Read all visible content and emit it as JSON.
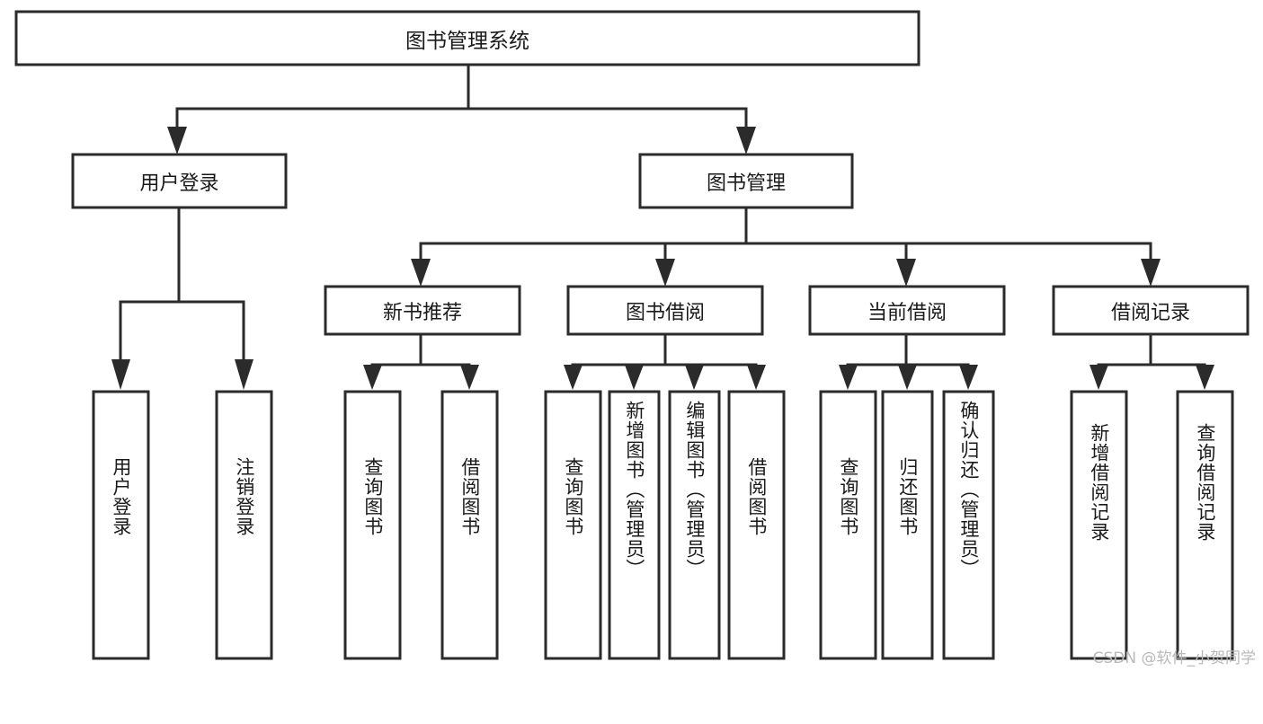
{
  "diagram": {
    "type": "tree",
    "orientation": "top-down",
    "title": "图书管理系统",
    "watermark": "CSDN @软件_小贺同学",
    "colors": {
      "box_stroke": "#2b2b2b",
      "box_fill": "#ffffff",
      "text": "#1a1a1a",
      "background": "#ffffff",
      "watermark": "#b9b9b9"
    },
    "levels": {
      "root": "图书管理系统",
      "level2": [
        "用户登录",
        "图书管理"
      ],
      "level3": [
        "新书推荐",
        "图书借阅",
        "当前借阅",
        "借阅记录"
      ]
    },
    "nodes": {
      "root": {
        "label": "图书管理系统",
        "orientation": "horizontal"
      },
      "user_login": {
        "label": "用户登录",
        "orientation": "horizontal"
      },
      "book_manage": {
        "label": "图书管理",
        "orientation": "horizontal"
      },
      "new_book_rec": {
        "label": "新书推荐",
        "orientation": "horizontal"
      },
      "book_borrow": {
        "label": "图书借阅",
        "orientation": "horizontal"
      },
      "current_borrow": {
        "label": "当前借阅",
        "orientation": "horizontal"
      },
      "borrow_record": {
        "label": "借阅记录",
        "orientation": "horizontal"
      },
      "leaf_1": {
        "label": "用户登录",
        "orientation": "vertical"
      },
      "leaf_2": {
        "label": "注销登录",
        "orientation": "vertical"
      },
      "leaf_3": {
        "label": "查询图书",
        "orientation": "vertical"
      },
      "leaf_4": {
        "label": "借阅图书",
        "orientation": "vertical"
      },
      "leaf_5": {
        "label": "查询图书",
        "orientation": "vertical"
      },
      "leaf_6": {
        "label": "新增图书（管理员）",
        "orientation": "vertical"
      },
      "leaf_7": {
        "label": "编辑图书（管理员）",
        "orientation": "vertical"
      },
      "leaf_8": {
        "label": "借阅图书",
        "orientation": "vertical"
      },
      "leaf_9": {
        "label": "查询图书",
        "orientation": "vertical"
      },
      "leaf_10": {
        "label": "归还图书",
        "orientation": "vertical"
      },
      "leaf_11": {
        "label": "确认归还（管理员）",
        "orientation": "vertical"
      },
      "leaf_12": {
        "label": "新增借阅记录",
        "orientation": "vertical"
      },
      "leaf_13": {
        "label": "查询借阅记录",
        "orientation": "vertical"
      }
    },
    "edges": [
      {
        "from": "root",
        "to": "user_login"
      },
      {
        "from": "root",
        "to": "book_manage"
      },
      {
        "from": "user_login",
        "to": "leaf_1"
      },
      {
        "from": "user_login",
        "to": "leaf_2"
      },
      {
        "from": "book_manage",
        "to": "new_book_rec"
      },
      {
        "from": "book_manage",
        "to": "book_borrow"
      },
      {
        "from": "book_manage",
        "to": "current_borrow"
      },
      {
        "from": "book_manage",
        "to": "borrow_record"
      },
      {
        "from": "new_book_rec",
        "to": "leaf_3"
      },
      {
        "from": "new_book_rec",
        "to": "leaf_4"
      },
      {
        "from": "book_borrow",
        "to": "leaf_5"
      },
      {
        "from": "book_borrow",
        "to": "leaf_6"
      },
      {
        "from": "book_borrow",
        "to": "leaf_7"
      },
      {
        "from": "book_borrow",
        "to": "leaf_8"
      },
      {
        "from": "current_borrow",
        "to": "leaf_9"
      },
      {
        "from": "current_borrow",
        "to": "leaf_10"
      },
      {
        "from": "current_borrow",
        "to": "leaf_11"
      },
      {
        "from": "borrow_record",
        "to": "leaf_12"
      },
      {
        "from": "borrow_record",
        "to": "leaf_13"
      }
    ]
  }
}
